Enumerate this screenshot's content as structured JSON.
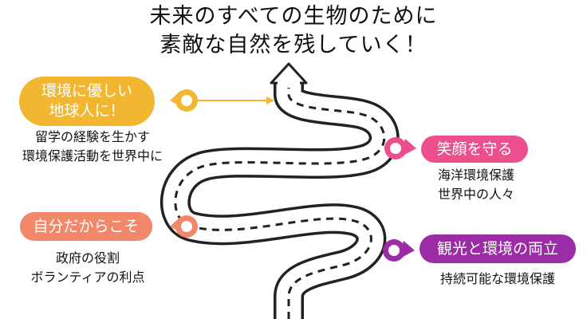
{
  "title": {
    "line1": "未来のすべての生物のために",
    "line2": "素敵な自然を残していく！"
  },
  "milestones": [
    {
      "id": "tl",
      "label_lines": [
        "環境に優しい",
        "地球人に！"
      ],
      "desc_lines": [
        "留学の経験を生かす",
        "環境保護活動を世界中に"
      ],
      "color": "#f2b630"
    },
    {
      "id": "tr",
      "label_lines": [
        "笑顔を守る"
      ],
      "desc_lines": [
        "海洋環境保護",
        "世界中の人々"
      ],
      "color": "#ec4f8e"
    },
    {
      "id": "ml",
      "label_lines": [
        "自分だからこそ"
      ],
      "desc_lines": [
        "政府の役割",
        "ボランティアの利点"
      ],
      "color": "#f2876a"
    },
    {
      "id": "br",
      "label_lines": [
        "観光と環境の両立"
      ],
      "desc_lines": [
        "持続可能な環境保護"
      ],
      "color": "#9b2ca6"
    }
  ],
  "road": {
    "border_color": "#222222",
    "fill_color": "#ffffff",
    "center_line": "dashed"
  }
}
